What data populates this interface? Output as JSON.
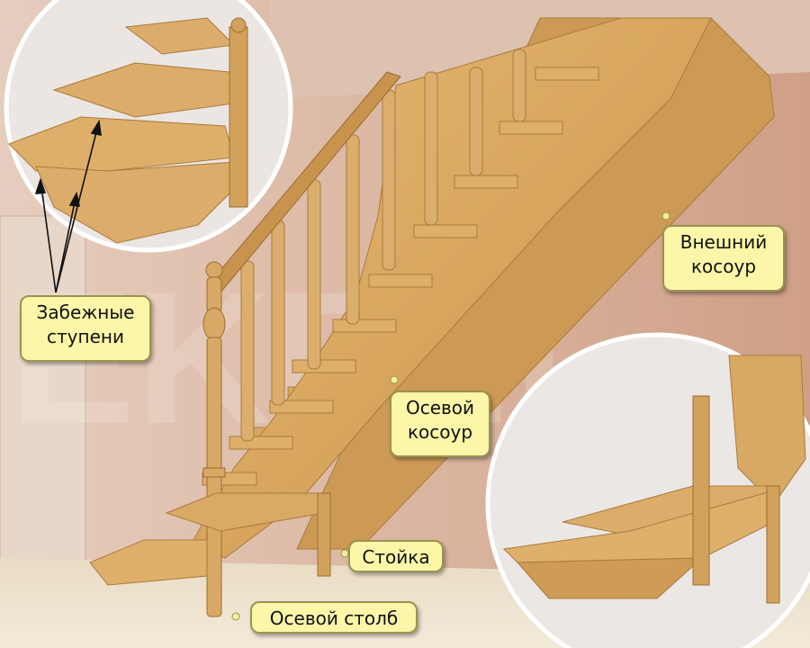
{
  "labels": {
    "winder_steps": {
      "line1": "Забежные",
      "line2": "ступени"
    },
    "outer_stringer": {
      "line1": "Внешний",
      "line2": "косоур"
    },
    "axial_stringer": {
      "line1": "Осевой",
      "line2": "косоур"
    },
    "post": {
      "text": "Стойка"
    },
    "axial_column": {
      "text": "Осевой столб"
    }
  },
  "colors": {
    "wall": "#d9b39c",
    "wood": "#d8a860",
    "wood_dark": "#b07f3c",
    "label_fill": "#fbf6a8",
    "label_border": "#9a9450"
  },
  "watermark": "EKRIIL"
}
